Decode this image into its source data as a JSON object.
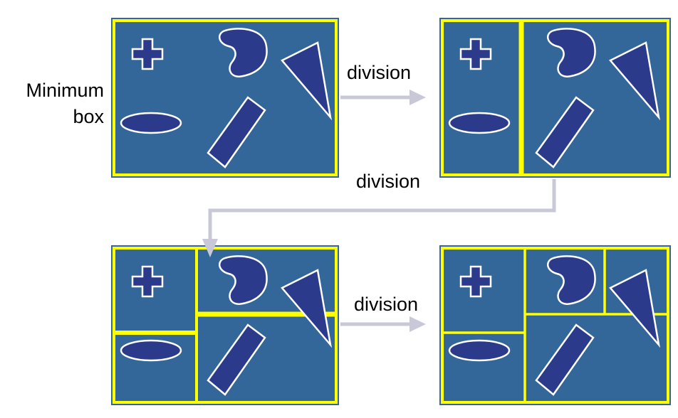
{
  "labels": {
    "minimum_box_line1": "Minimum",
    "minimum_box_line2": "box",
    "division_1": "division",
    "division_2": "division",
    "division_3": "division"
  },
  "colors": {
    "panel_fill": "#336699",
    "border": "#ffff00",
    "shape_fill": "#2b3a8a",
    "shape_outline": "#ffffff",
    "arrow": "#c8c8d8",
    "text": "#000000"
  },
  "panels": [
    {
      "id": "panel-1",
      "stage": "minimum box"
    },
    {
      "id": "panel-2",
      "stage": "after first division"
    },
    {
      "id": "panel-3",
      "stage": "after second division"
    },
    {
      "id": "panel-4",
      "stage": "after third division"
    }
  ],
  "shapes": [
    "cross-icon",
    "kidney-icon",
    "triangle-icon",
    "ellipse-icon",
    "rectangle-icon"
  ]
}
